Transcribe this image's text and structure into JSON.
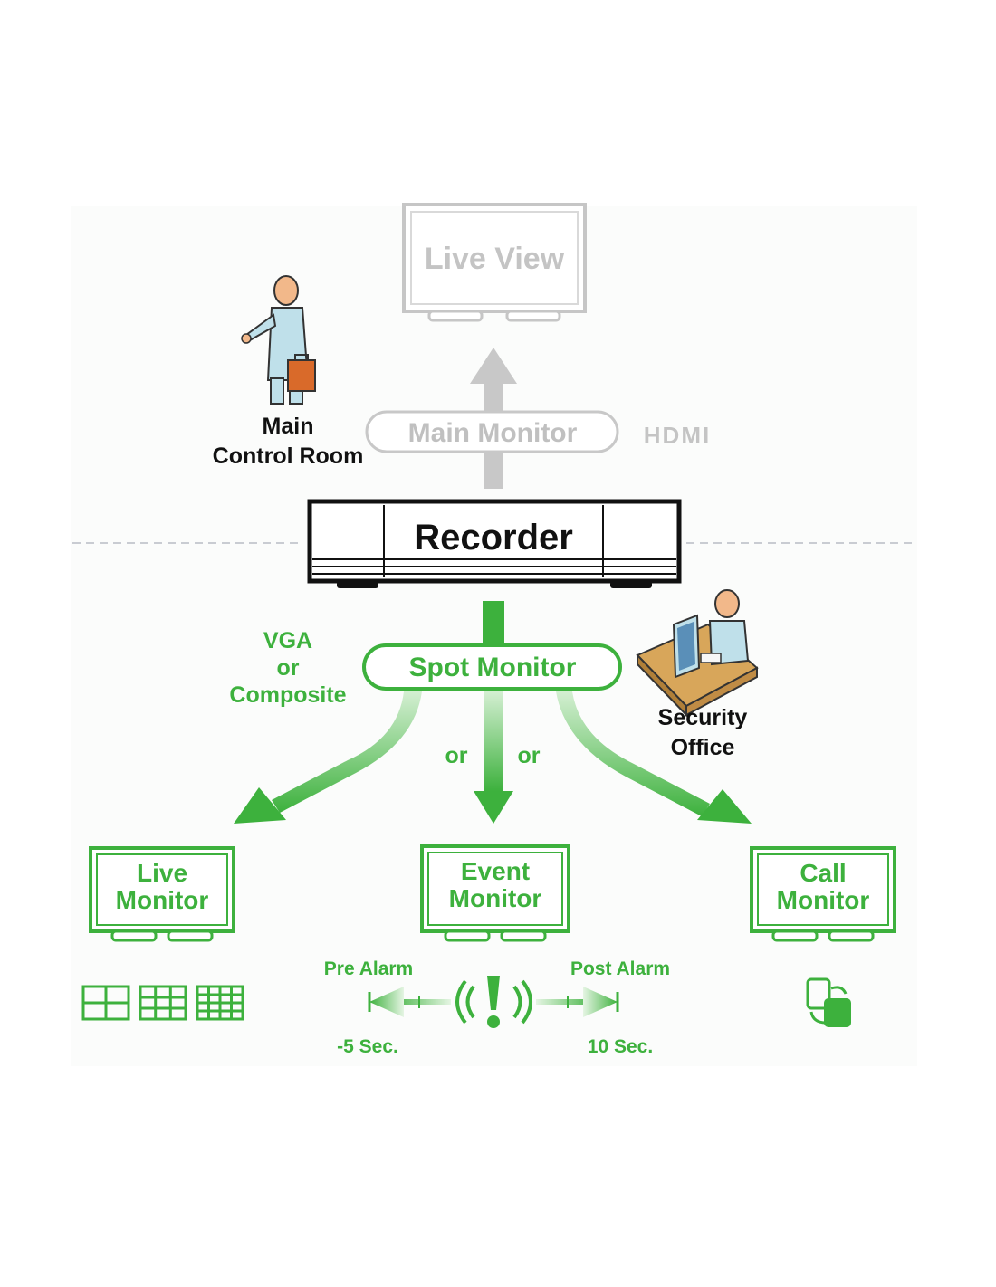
{
  "top": {
    "live_view": "Live View",
    "main_monitor": "Main Monitor",
    "hdmi": "HDMI",
    "room_line1": "Main",
    "room_line2": "Control Room"
  },
  "recorder": {
    "label": "Recorder"
  },
  "spot": {
    "label": "Spot Monitor",
    "conn_line1": "VGA",
    "conn_line2": "or",
    "conn_line3": "Composite",
    "office_line1": "Security",
    "office_line2": "Office",
    "or_left": "or",
    "or_right": "or"
  },
  "monitors": {
    "live_line1": "Live",
    "live_line2": "Monitor",
    "event_line1": "Event",
    "event_line2": "Monitor",
    "call_line1": "Call",
    "call_line2": "Monitor"
  },
  "alarm": {
    "pre": "Pre Alarm",
    "post": "Post Alarm",
    "pre_time": "-5 Sec.",
    "post_time": "10 Sec."
  },
  "colors": {
    "green": "#3db13d",
    "grey": "#c8c8c8",
    "dark": "#111111"
  },
  "icons": [
    "person-with-briefcase-icon",
    "security-officer-desk-icon",
    "split-screen-grid-icons",
    "alarm-icon",
    "call-monitor-switch-icon"
  ]
}
